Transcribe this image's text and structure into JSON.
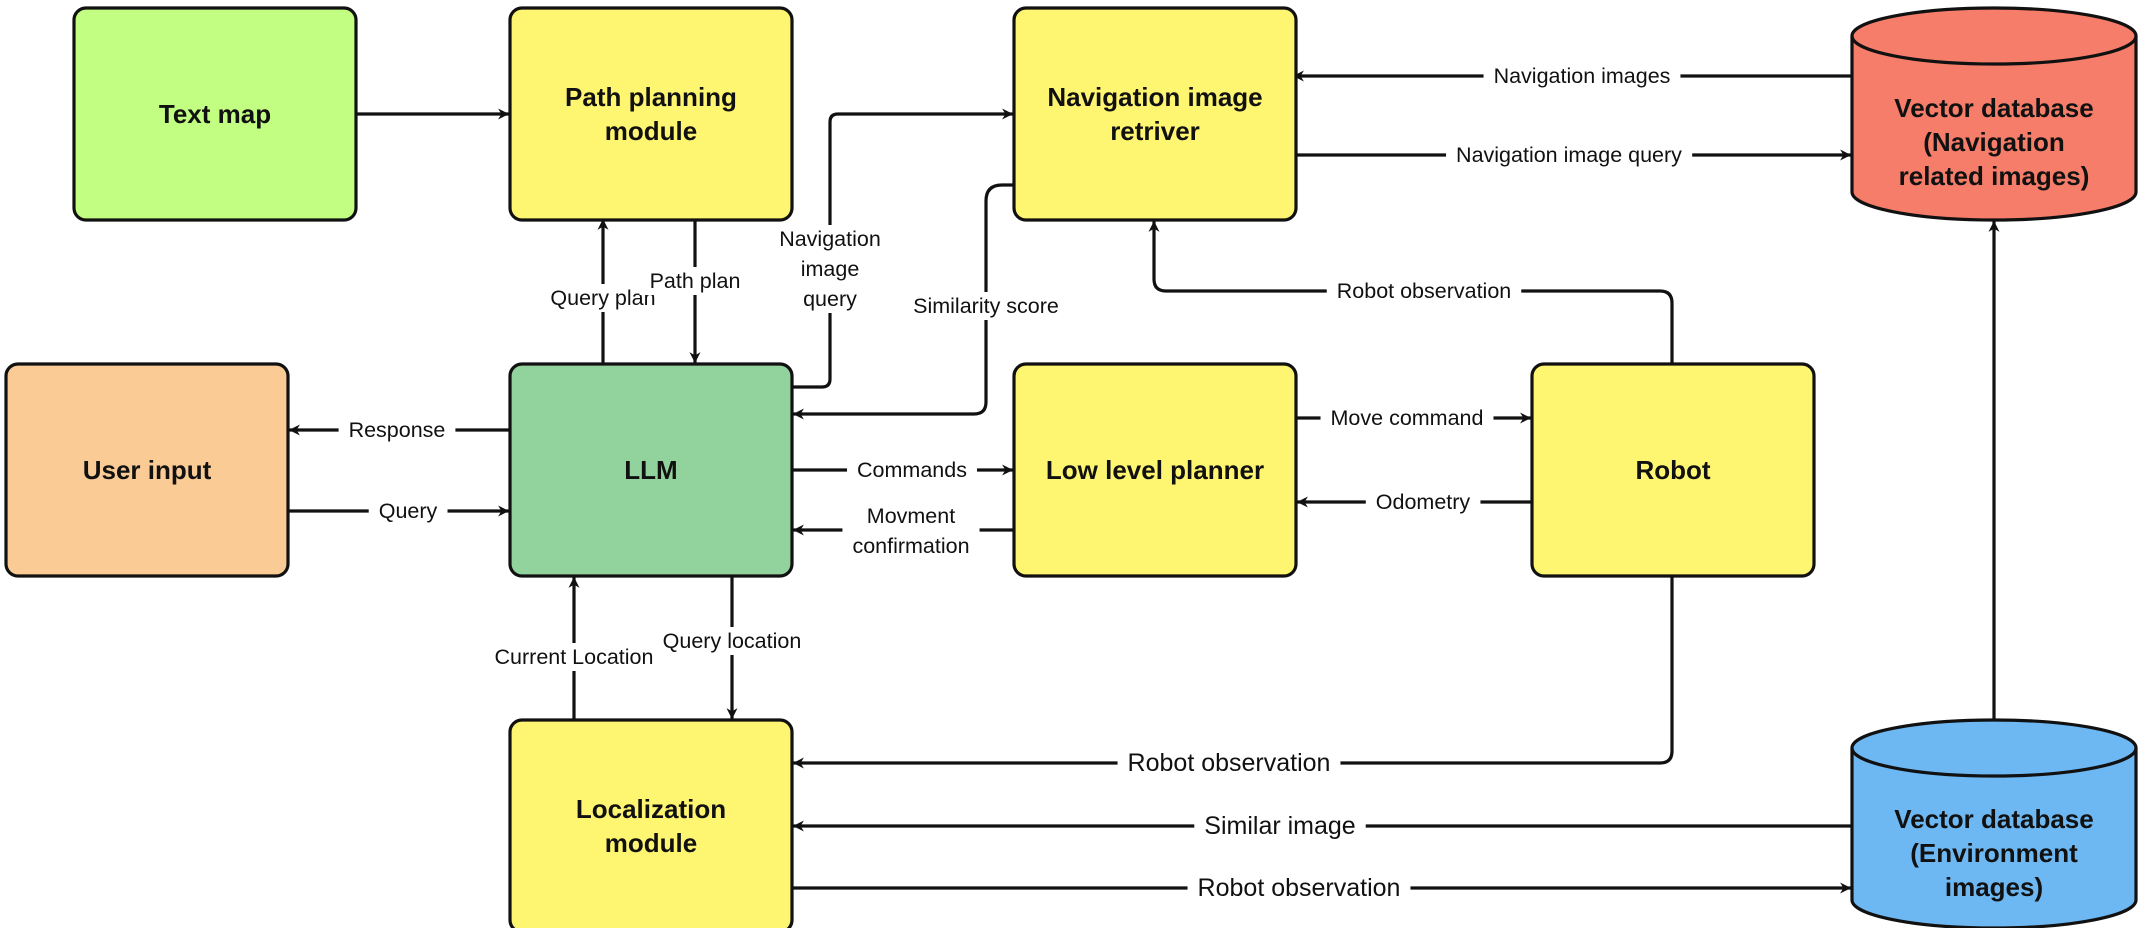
{
  "nodes": {
    "text_map": {
      "lines": [
        "Text map"
      ],
      "color": "#c2fe82"
    },
    "path_planning": {
      "lines": [
        "Path planning",
        "module"
      ],
      "color": "#fef570"
    },
    "nav_retriever": {
      "lines": [
        "Navigation image",
        "retriver"
      ],
      "color": "#fef570"
    },
    "vector_db_nav": {
      "lines": [
        "Vector database",
        "(Navigation",
        "related images)"
      ],
      "color": "#f57d69"
    },
    "user_input": {
      "lines": [
        "User input"
      ],
      "color": "#fbcb96"
    },
    "llm": {
      "lines": [
        "LLM"
      ],
      "color": "#92d29c"
    },
    "low_level_planner": {
      "lines": [
        "Low level planner"
      ],
      "color": "#fef570"
    },
    "robot": {
      "lines": [
        "Robot"
      ],
      "color": "#fef570"
    },
    "localization": {
      "lines": [
        "Localization",
        "module"
      ],
      "color": "#fef570"
    },
    "vector_db_env": {
      "lines": [
        "Vector database",
        "(Environment",
        "images)"
      ],
      "color": "#6db8f3"
    }
  },
  "edges": {
    "navigation_images": {
      "lines": [
        "Navigation images"
      ]
    },
    "navigation_image_query_db": {
      "lines": [
        "Navigation image query"
      ]
    },
    "navigation_image_query_llm": {
      "lines": [
        "Navigation",
        "image",
        "query"
      ]
    },
    "similarity_score": {
      "lines": [
        "Similarity score"
      ]
    },
    "query_plan": {
      "lines": [
        "Query plan"
      ]
    },
    "path_plan": {
      "lines": [
        "Path plan"
      ]
    },
    "robot_observation_nav": {
      "lines": [
        "Robot observation"
      ]
    },
    "response": {
      "lines": [
        "Response"
      ]
    },
    "query": {
      "lines": [
        "Query"
      ]
    },
    "commands": {
      "lines": [
        "Commands"
      ]
    },
    "movement_confirmation": {
      "lines": [
        "Movment",
        "confirmation"
      ]
    },
    "move_command": {
      "lines": [
        "Move command"
      ]
    },
    "odometry": {
      "lines": [
        "Odometry"
      ]
    },
    "current_location": {
      "lines": [
        "Current Location"
      ]
    },
    "query_location": {
      "lines": [
        "Query location"
      ]
    },
    "robot_observation_loc": {
      "lines": [
        "Robot observation"
      ]
    },
    "similar_image": {
      "lines": [
        "Similar image"
      ]
    },
    "robot_observation_env": {
      "lines": [
        "Robot observation"
      ]
    }
  }
}
